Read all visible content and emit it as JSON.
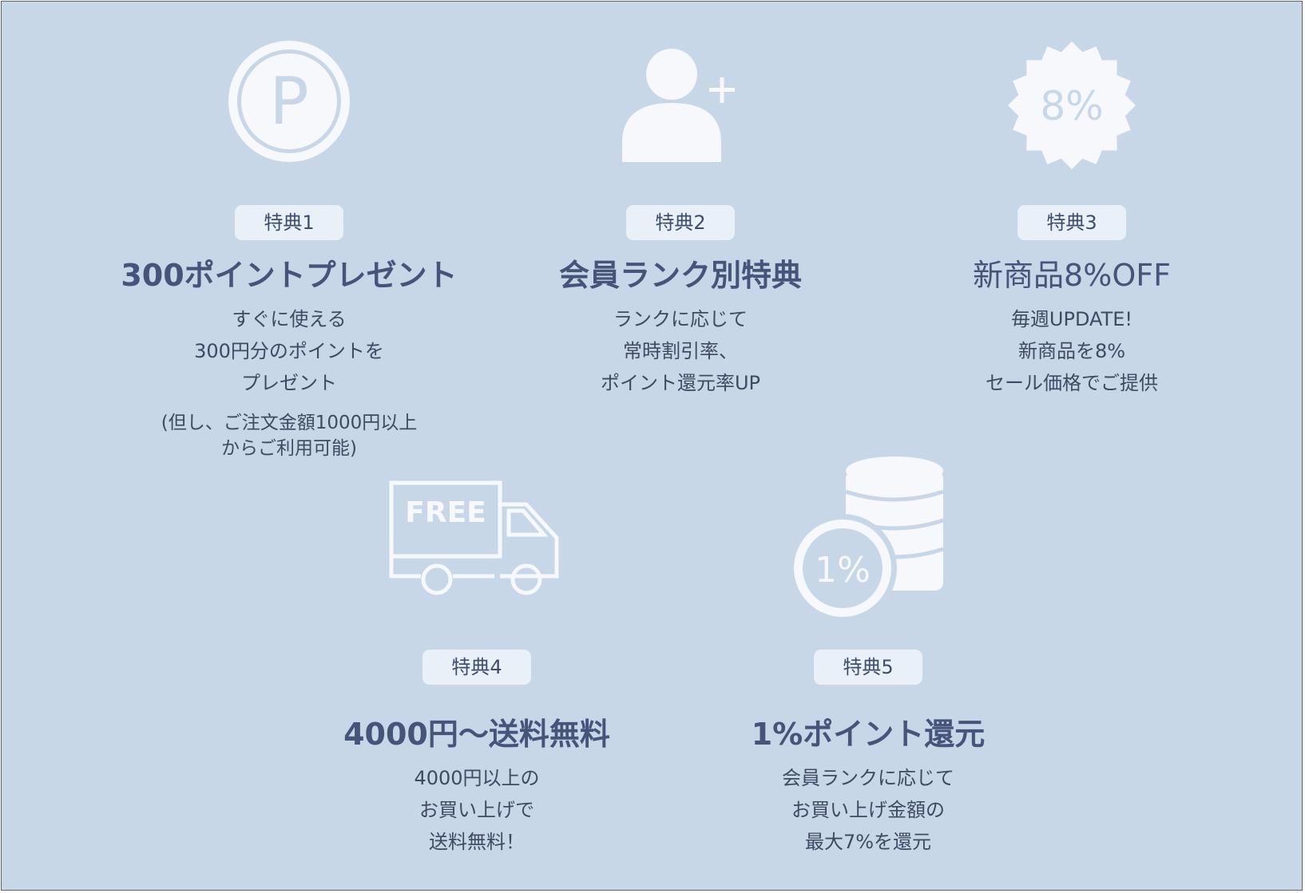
{
  "benefits": [
    {
      "icon": "point-p-icon",
      "icon_letter": "P",
      "badge": "特典1",
      "title": "300ポイントプレゼント",
      "desc": [
        "すぐに使える",
        "300円分のポイントを",
        "プレゼント"
      ],
      "note": [
        "(但し、ご注文金額1000円以上",
        "からご利用可能)"
      ]
    },
    {
      "icon": "add-user-icon",
      "badge": "特典2",
      "title": "会員ランク別特典",
      "desc": [
        "ランクに応じて",
        "常時割引率、",
        "ポイント還元率UP"
      ]
    },
    {
      "icon": "discount-seal-icon",
      "icon_text": "8%",
      "badge": "特典3",
      "title": "新商品8%OFF",
      "desc": [
        "毎週UPDATE!",
        "新商品を8%",
        "セール価格でご提供"
      ]
    },
    {
      "icon": "free-shipping-truck-icon",
      "icon_text": "FREE",
      "badge": "特典4",
      "title": "4000円～送料無料",
      "desc": [
        "4000円以上の",
        "お買い上げで",
        "送料無料！"
      ]
    },
    {
      "icon": "coin-stack-icon",
      "icon_text": "1%",
      "badge": "特典5",
      "title": "1%ポイント還元",
      "desc": [
        "会員ランクに応じて",
        "お買い上げ金額の",
        "最大7%を還元"
      ]
    }
  ],
  "colors": {
    "background": "#c7d7e8",
    "icon": "#f6f8fb",
    "badge_bg": "#eaf0f7",
    "title": "#46547a",
    "text": "#3f4a62"
  }
}
